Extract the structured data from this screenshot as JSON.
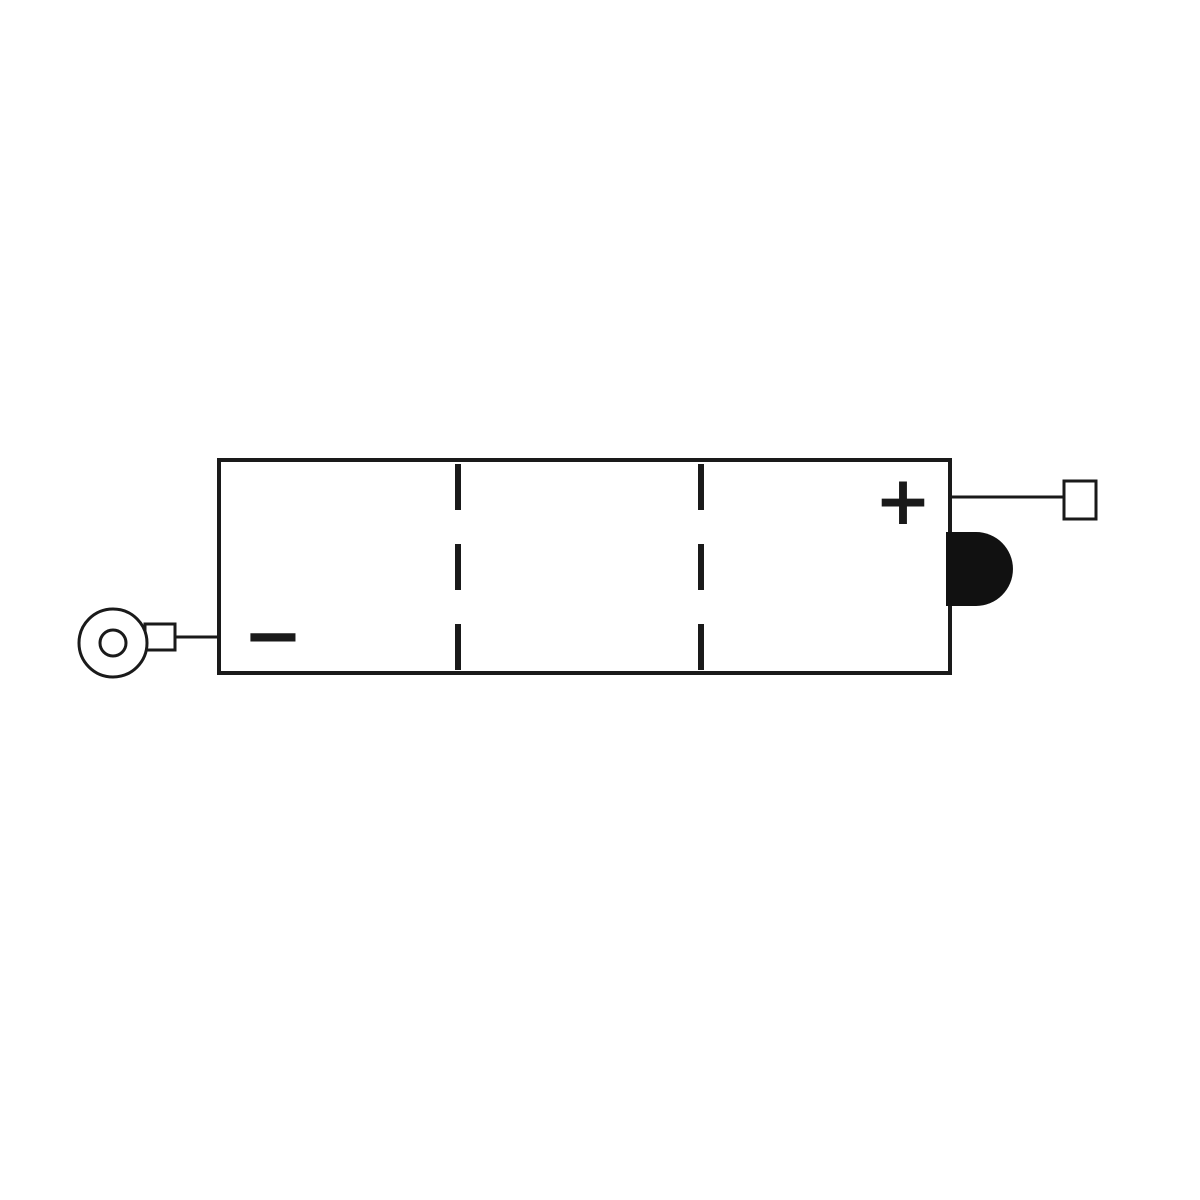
{
  "diagram": {
    "cell_count": 3,
    "colors": {
      "stroke": "#1a1a1a",
      "fill": "#ffffff",
      "vent_fill": "#111111"
    },
    "terminals": {
      "positive": {
        "symbol": "+",
        "icon": "square-lug-terminal"
      },
      "negative": {
        "symbol": "−",
        "icon": "ring-eye-terminal"
      }
    },
    "vent": {
      "icon": "half-round-vent-cap"
    }
  }
}
